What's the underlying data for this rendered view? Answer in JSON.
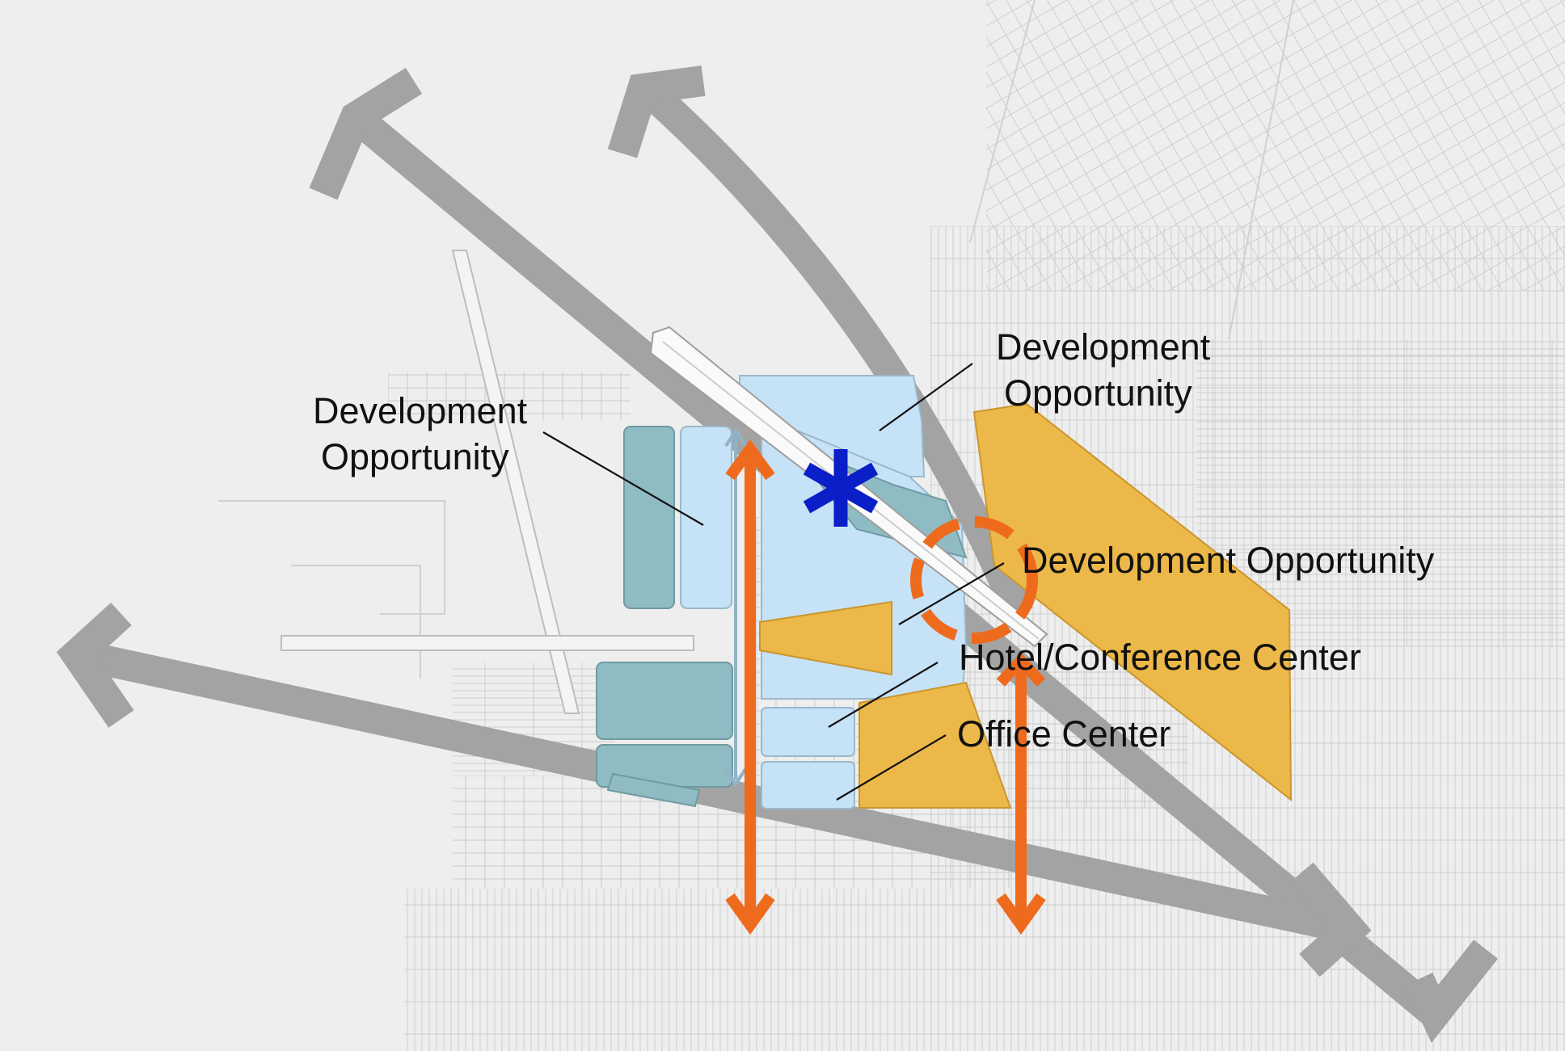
{
  "labels": {
    "dev_west_line1": "Development",
    "dev_west_line2": "Opportunity",
    "dev_north_line1": "Development",
    "dev_north_line2": "Opportunity",
    "dev_center": "Development Opportunity",
    "hotel": "Hotel/Conference Center",
    "office": "Office Center"
  },
  "colors": {
    "background": "#eeeeee",
    "street_grid": "#c9c9c9",
    "arterial_arrow": "#a3a3a3",
    "light_blue_parcel": "#c6e2f7",
    "teal_parcel": "#8fbcc2",
    "gold_parcel": "#ecb849",
    "orange_connector": "#ee6a1c",
    "star_marker": "#0a1fc8",
    "leader_line": "#111111"
  },
  "icons": {
    "station_marker": "asterisk-star-icon",
    "focus_ring": "dashed-circle-icon"
  }
}
